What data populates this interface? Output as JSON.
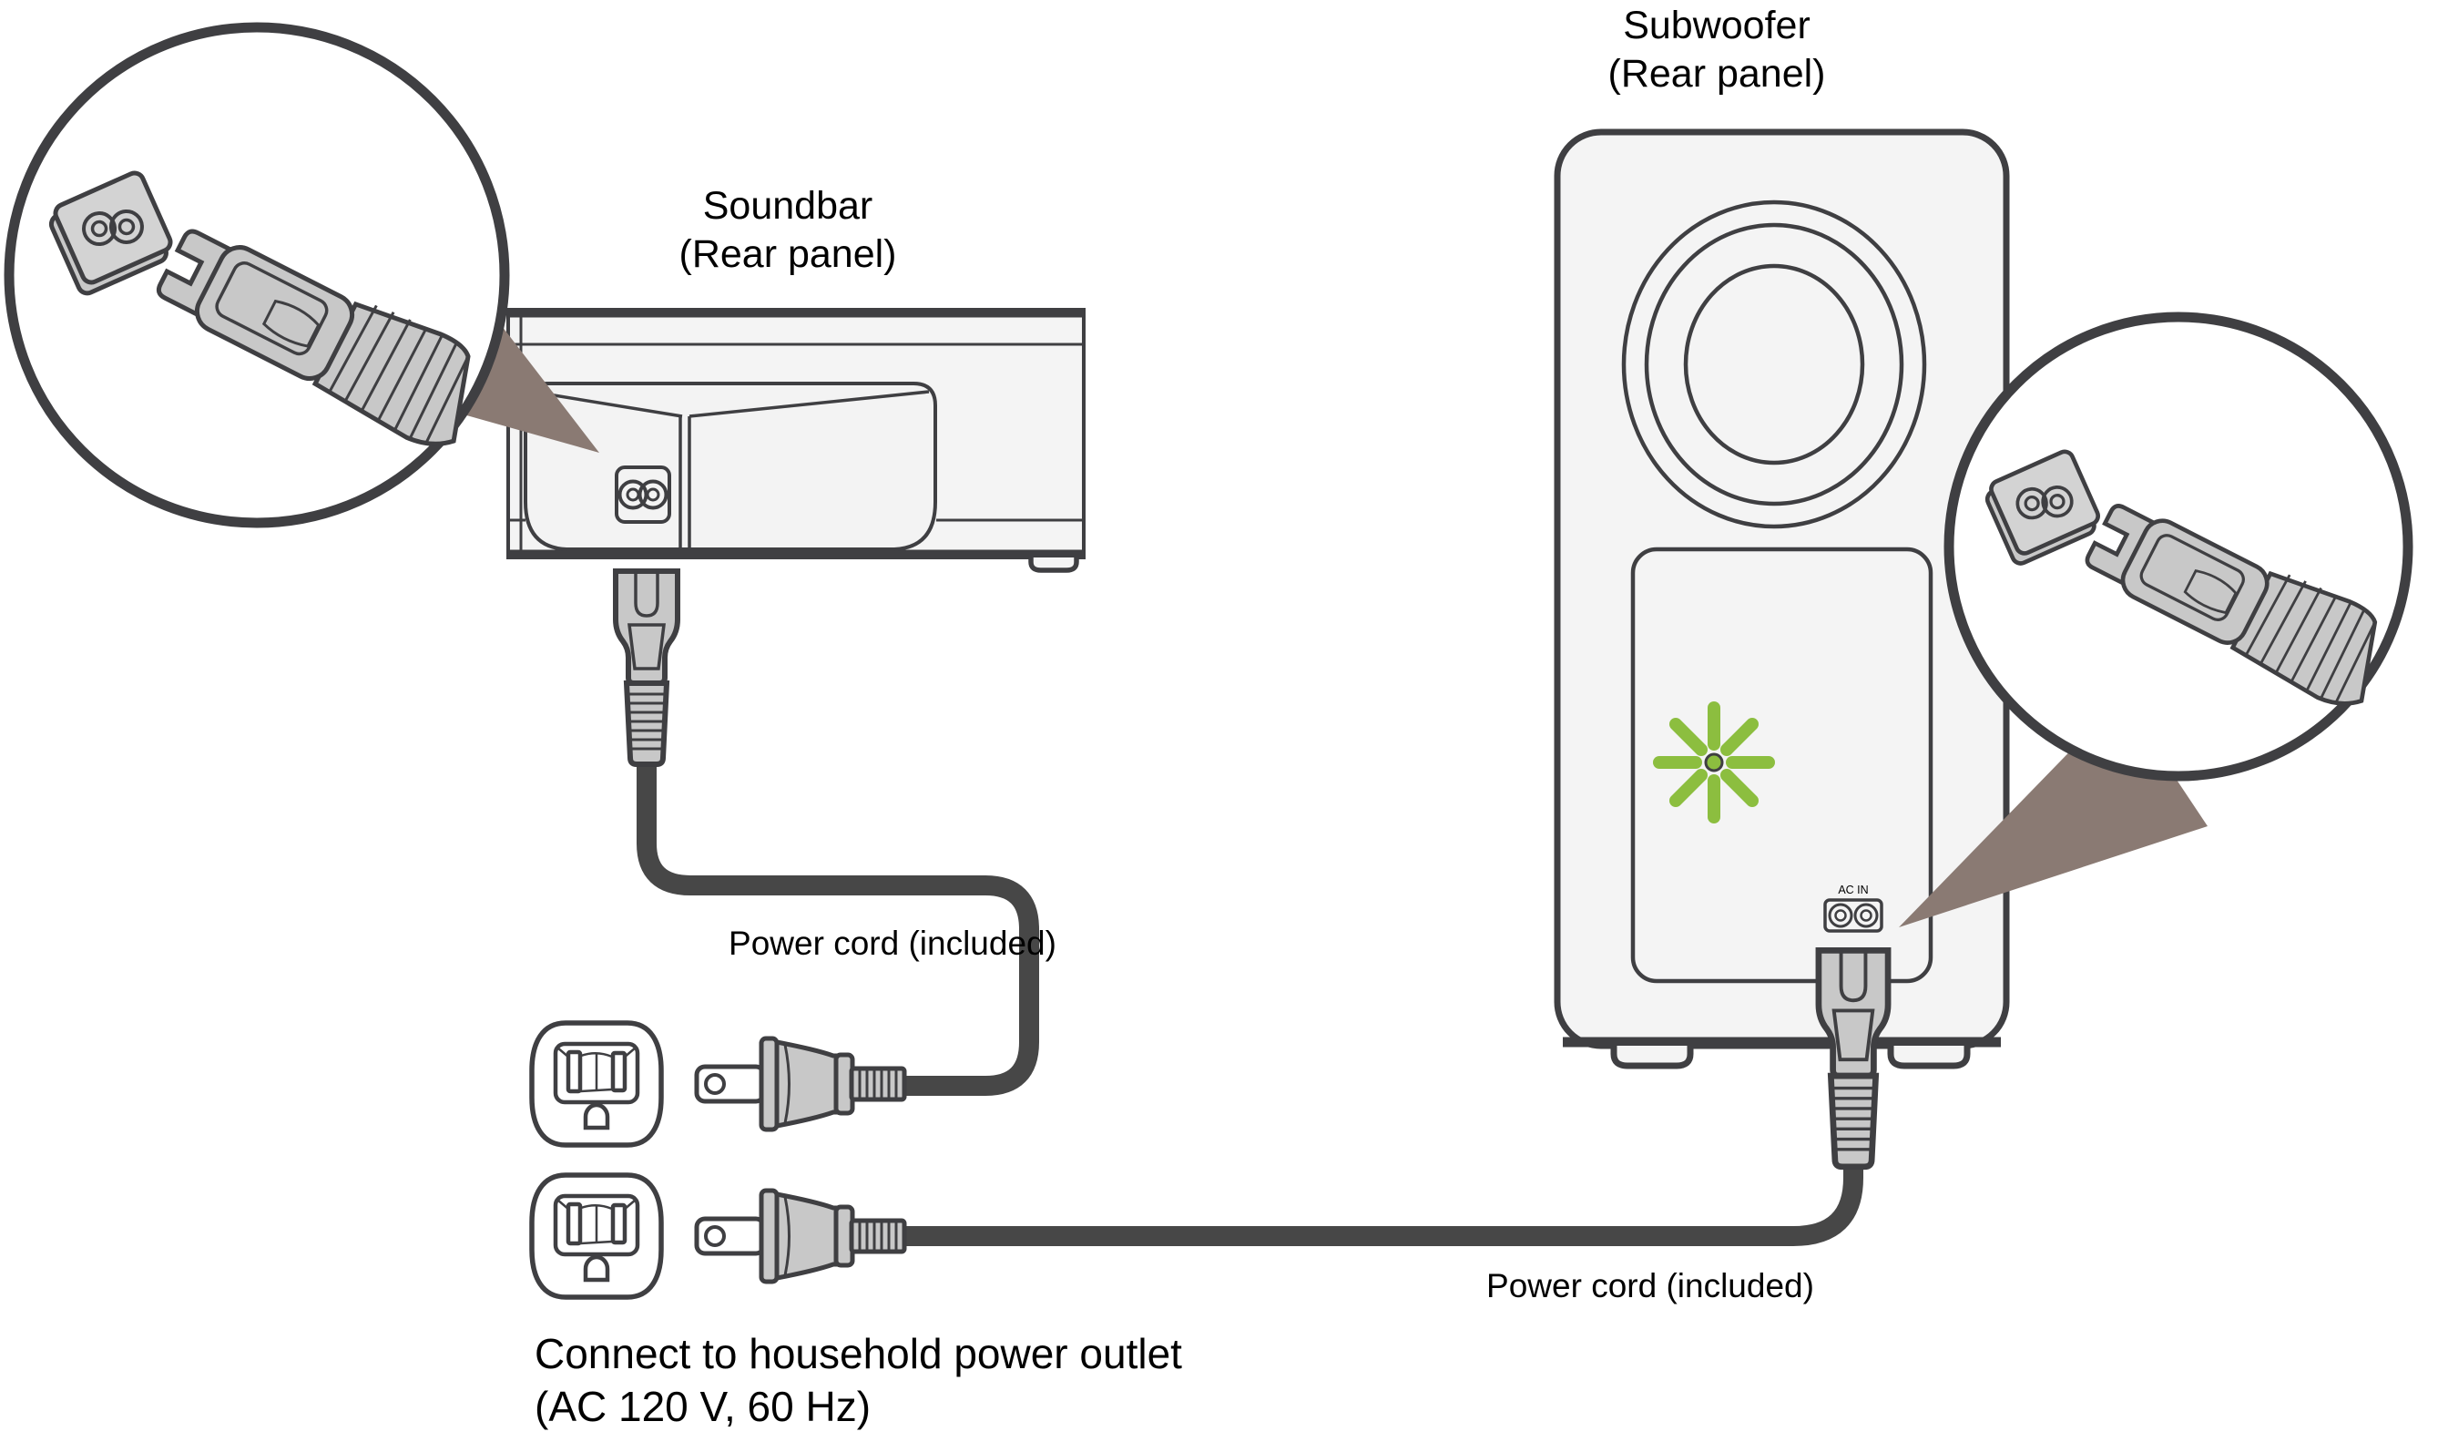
{
  "soundbar": {
    "label_line1": "Soundbar",
    "label_line2": "(Rear panel)",
    "cord_label": "Power cord (included)"
  },
  "subwoofer": {
    "label_line1": "Subwoofer",
    "label_line2": "(Rear panel)",
    "ac_inlet_label": "AC IN",
    "cord_label": "Power cord (included)"
  },
  "outlet_note": {
    "line1": "Connect to household power outlet",
    "line2": "(AC 120 V, 60 Hz)"
  },
  "colors": {
    "outline": "#3f3f42",
    "device_fill": "#f4f4f4",
    "connector_fill": "#c8c8c8",
    "cord": "#474747",
    "callout_triangle": "#8a7a73",
    "indicator_green": "#8cbe3f",
    "text": "#000000"
  }
}
